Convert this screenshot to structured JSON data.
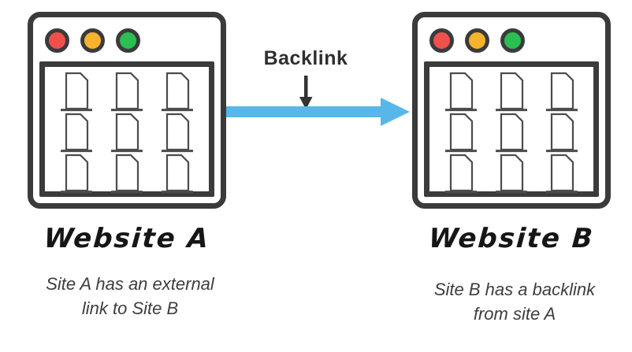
{
  "diagram": {
    "title_context": "Backlink concept diagram",
    "arrow": {
      "label": "Backlink",
      "direction": "left-to-right",
      "color": "#56b7e8",
      "pointer_color": "#333333"
    },
    "colors": {
      "stroke_dark": "#3b3b3b",
      "dot_red": "#f0504c",
      "dot_yellow": "#f6b32b",
      "dot_green": "#2abf51",
      "arrow_blue": "#56b7e8",
      "caption_color": "#3d3d3d"
    },
    "icons": {
      "window_dots": [
        "red-dot-icon",
        "yellow-dot-icon",
        "green-dot-icon"
      ],
      "grid_item": "page-icon",
      "pointer": "down-arrow-icon",
      "connector": "right-arrow-icon"
    },
    "site_a": {
      "title": "Website A",
      "caption": [
        "Site A has an external",
        "link to Site B"
      ],
      "grid": {
        "rows": 3,
        "cols": 3
      }
    },
    "site_b": {
      "title": "Website B",
      "caption": [
        "Site B has a backlink",
        "from site A"
      ],
      "grid": {
        "rows": 3,
        "cols": 3
      }
    }
  }
}
